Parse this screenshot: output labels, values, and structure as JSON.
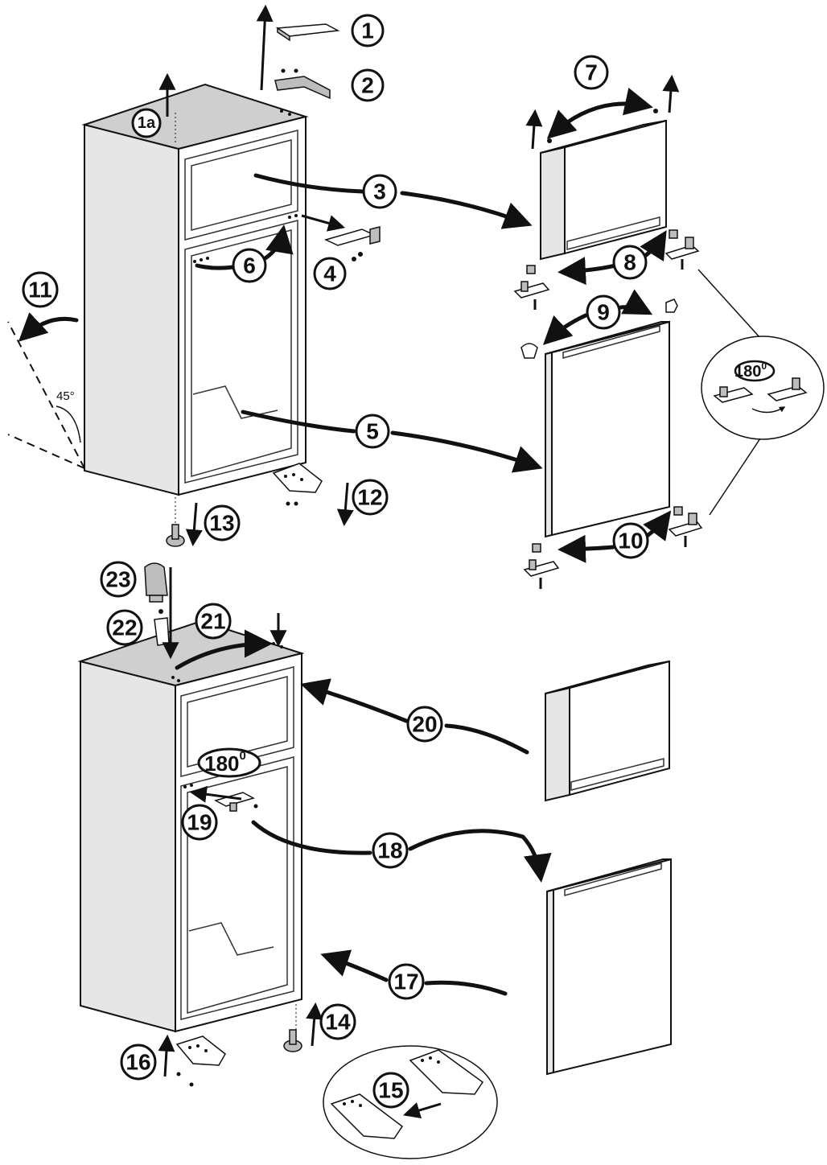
{
  "labels": {
    "s1": "1",
    "s1a": "1a",
    "s2": "2",
    "s3": "3",
    "s4": "4",
    "s5": "5",
    "s6": "6",
    "s7": "7",
    "s8": "8",
    "s9": "9",
    "s10": "10",
    "s11": "11",
    "s12": "12",
    "s13": "13",
    "s14": "14",
    "s15": "15",
    "s16": "16",
    "s17": "17",
    "s18": "18",
    "s19": "19",
    "s20": "20",
    "s21": "21",
    "s22": "22",
    "s23": "23"
  },
  "rotation_label": "180",
  "degree_symbol": "0",
  "tilt_angle": "45°"
}
